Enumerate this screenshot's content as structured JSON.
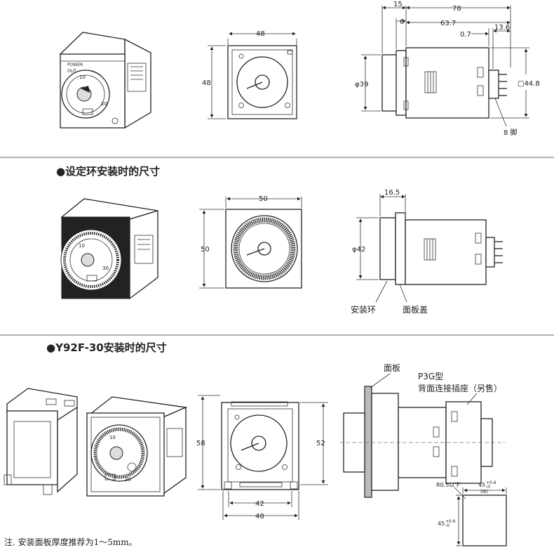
{
  "headings": {
    "ring": "●设定环安装时的尺寸",
    "y92f": "●Y92F-30安装时的尺寸"
  },
  "dims": {
    "top_front_w": "48",
    "top_front_h": "48",
    "side_15": "15",
    "side_78": "78",
    "side_6": "6",
    "side_637": "63.7",
    "side_07": "0.7",
    "side_136": "13.6",
    "side_phi39": "φ39",
    "side_sq448": "□44.8",
    "pins": "8 脚",
    "ring_w": "50",
    "ring_h": "50",
    "ring_165": "16.5",
    "ring_phi42": "φ42",
    "y_58": "58",
    "y_52": "52",
    "y_42": "42",
    "y_48": "48",
    "cut_r": "R0.5以下",
    "cut_45a": "45",
    "cut_tol_a": "+0.6",
    "cut_tol_a2": "-0",
    "cut_n": "(N)",
    "cut_45b": "45",
    "cut_tol_b": "+0.6",
    "cut_tol_b2": "-0"
  },
  "labels": {
    "ring_install": "安装环",
    "panel_cover": "面板盖",
    "panel": "面板",
    "socket_model": "P3G型",
    "socket_desc": "背面连接插座（另售）"
  },
  "dial": {
    "power": "POWER",
    "out": "OUT",
    "n10": "10",
    "n20": "20",
    "n30": "30"
  },
  "note": "注.  安装面板厚度推荐为1～5mm。"
}
